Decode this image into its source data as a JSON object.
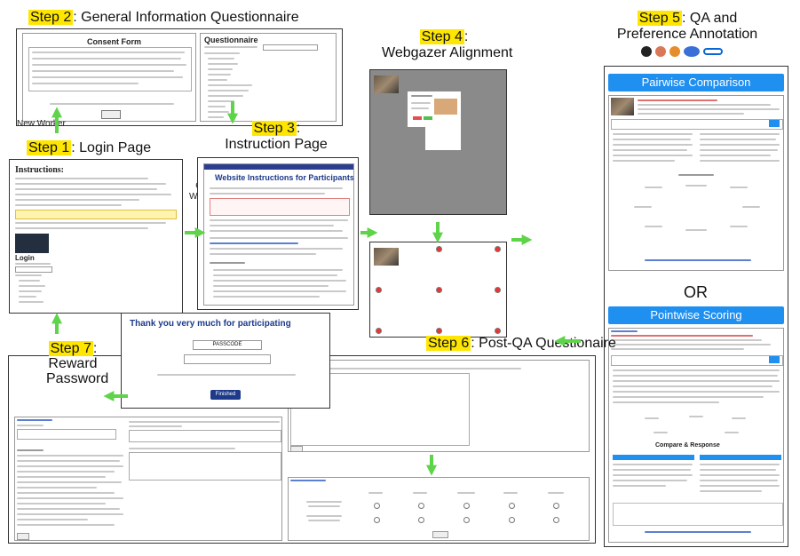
{
  "steps": {
    "s1": {
      "tag": "Step 1",
      "text": ": Login Page"
    },
    "s2": {
      "tag": "Step 2",
      "text": ": General Information Questionnaire"
    },
    "s3": {
      "tag": "Step 3",
      "text": ":",
      "line2": "Instruction Page"
    },
    "s4": {
      "tag": "Step 4",
      "text": ":",
      "line2": "Webgazer Alignment"
    },
    "s5": {
      "tag": "Step 5",
      "text": ": QA and",
      "line2": "Preference Annotation"
    },
    "s6": {
      "tag": "Step 6",
      "text": ": Post-QA Questionaire"
    },
    "s7": {
      "tag": "Step 7",
      "text": ":",
      "line2": "Reward",
      "line3": "Password"
    }
  },
  "labels": {
    "new_worker": "New Worker",
    "old_worker": "Old Worker",
    "or": "OR",
    "ellipsis": "...",
    "pairwise": "Pairwise Comparison",
    "pointwise": "Pointwise Scoring"
  },
  "screens": {
    "consent_title": "Consent Form",
    "questionnaire_title": "Questionnaire",
    "instructions_title": "Instructions:",
    "login_label": "Login",
    "website_instructions": "Website Instructions for Participants",
    "thank_you": "Thank you very much for participating",
    "passcode_label": "PASSCODE",
    "finished_btn": "Finished",
    "compare_title": "Compare & Response"
  },
  "colors": {
    "highlight": "#ffe600",
    "accent_blue": "#1f8ff0",
    "arrow_green": "#5fd34a"
  }
}
